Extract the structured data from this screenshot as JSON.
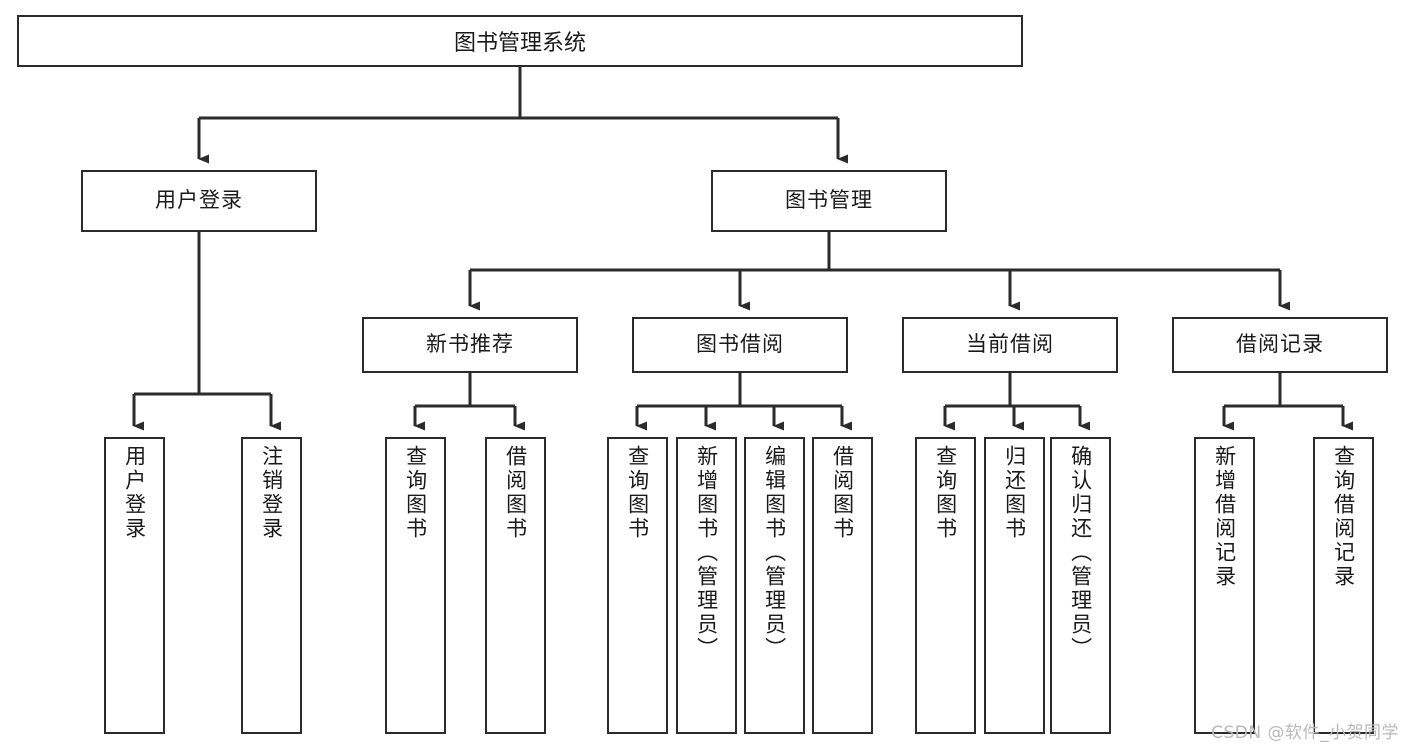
{
  "diagram": {
    "title": "图书管理系统",
    "type": "tree-hierarchy",
    "watermark": "CSDN @软件_小贺同学",
    "colors": {
      "box_border": "#2b2b2b",
      "box_fill": "#ffffff",
      "connector": "#2b2b2b",
      "text": "#1a1a1a",
      "watermark": "#b9b9b9",
      "background": "#ffffff"
    },
    "root": {
      "label": "图书管理系统"
    },
    "level2": [
      {
        "label": "用户登录"
      },
      {
        "label": "图书管理"
      }
    ],
    "level3": [
      {
        "label": "新书推荐"
      },
      {
        "label": "图书借阅"
      },
      {
        "label": "当前借阅"
      },
      {
        "label": "借阅记录"
      }
    ],
    "leaves": {
      "user_login": [
        {
          "label": "用户登录"
        },
        {
          "label": "注销登录"
        }
      ],
      "new_book_recommend": [
        {
          "label": "查询图书"
        },
        {
          "label": "借阅图书"
        }
      ],
      "book_borrow": [
        {
          "label": "查询图书"
        },
        {
          "label": "新增图书（管理员）"
        },
        {
          "label": "编辑图书（管理员）"
        },
        {
          "label": "借阅图书"
        }
      ],
      "current_borrow": [
        {
          "label": "查询图书"
        },
        {
          "label": "归还图书"
        },
        {
          "label": "确认归还（管理员）"
        }
      ],
      "borrow_record": [
        {
          "label": "新增借阅记录"
        },
        {
          "label": "查询借阅记录"
        }
      ]
    }
  }
}
